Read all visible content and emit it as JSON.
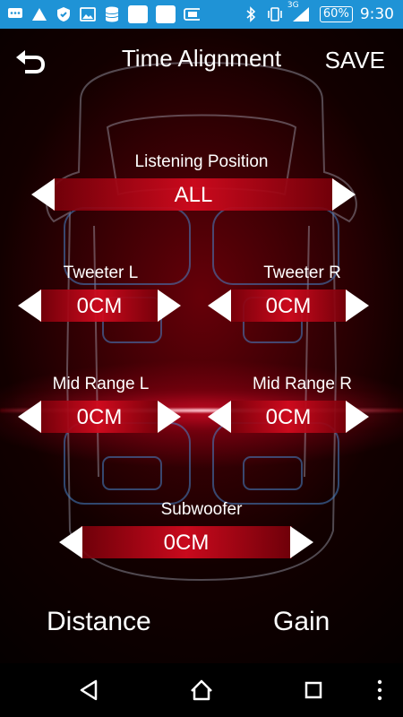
{
  "status_bar": {
    "network": "3G",
    "battery": "60%",
    "time": "9:30"
  },
  "header": {
    "title": "Time Alignment",
    "save_label": "SAVE"
  },
  "listening_position": {
    "label": "Listening Position",
    "value": "ALL"
  },
  "channels": {
    "tweeter_l": {
      "label": "Tweeter L",
      "value": "0CM"
    },
    "tweeter_r": {
      "label": "Tweeter R",
      "value": "0CM"
    },
    "mid_l": {
      "label": "Mid Range L",
      "value": "0CM"
    },
    "mid_r": {
      "label": "Mid Range R",
      "value": "0CM"
    },
    "subwoofer": {
      "label": "Subwoofer",
      "value": "0CM"
    }
  },
  "tabs": {
    "distance": "Distance",
    "gain": "Gain"
  },
  "colors": {
    "status_bar": "#1f93d6",
    "accent_red": "#d20a1e"
  }
}
